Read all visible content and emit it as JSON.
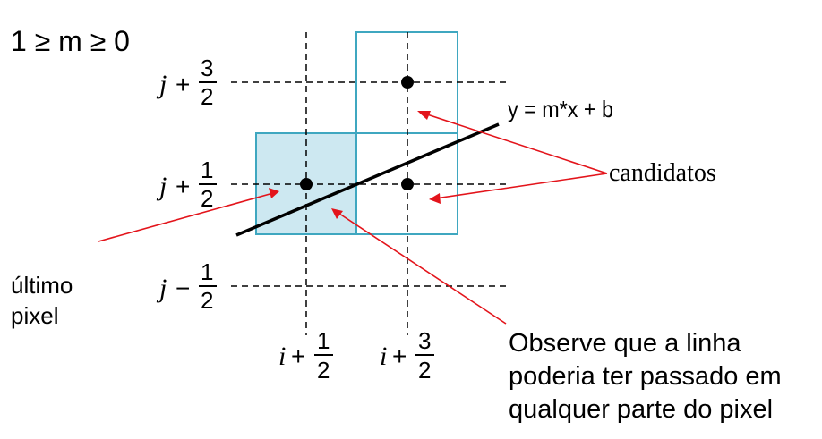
{
  "condition": "1 ≥ m ≥ 0",
  "line_equation": "y = m*x + b",
  "labels": {
    "candidates": "candidatos",
    "last_pixel_line1": "último",
    "last_pixel_line2": "pixel",
    "note_line1": "Observe que a linha",
    "note_line2": "poderia ter passado em",
    "note_line3": "qualquer parte do pixel"
  },
  "axis_labels": {
    "j_plus_3_2": {
      "var": "j",
      "sign": "+",
      "num": "3",
      "den": "2"
    },
    "j_plus_1_2": {
      "var": "j",
      "sign": "+",
      "num": "1",
      "den": "2"
    },
    "j_minus_1_2": {
      "var": "j",
      "sign": "−",
      "num": "1",
      "den": "2"
    },
    "i_plus_1_2": {
      "var": "i",
      "sign": "+",
      "num": "1",
      "den": "2"
    },
    "i_plus_3_2": {
      "var": "i",
      "sign": "+",
      "num": "3",
      "den": "2"
    }
  },
  "colors": {
    "pixel_border": "#3fa7c0",
    "last_pixel_fill": "#cde8f1",
    "arrow": "#e3141b",
    "line": "#000000"
  }
}
